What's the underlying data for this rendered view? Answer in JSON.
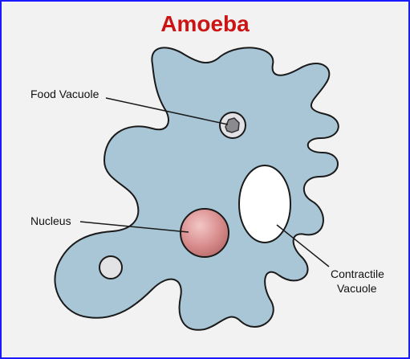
{
  "title": "Amoeba",
  "labels": {
    "food_vacuole": "Food Vacuole",
    "nucleus": "Nucleus",
    "contractile_line1": "Contractile",
    "contractile_line2": "Vacuole"
  },
  "colors": {
    "border": "#1a1aff",
    "title": "#cc1414",
    "cytoplasm": "#a9c6d7",
    "nucleus": "#d98e8e",
    "vacuole": "#ffffff",
    "food": "#d3d3d6"
  }
}
